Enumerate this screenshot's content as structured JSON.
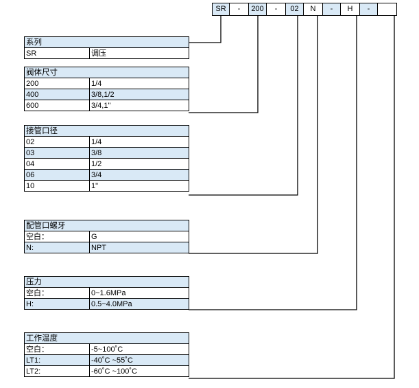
{
  "model_code": {
    "segments": [
      {
        "text": "SR",
        "width": 26,
        "highlight": true
      },
      {
        "text": "-",
        "width": 28,
        "highlight": false
      },
      {
        "text": "200",
        "width": 26,
        "highlight": true
      },
      {
        "text": "-",
        "width": 28,
        "highlight": false
      },
      {
        "text": "02",
        "width": 26,
        "highlight": true
      },
      {
        "text": "N",
        "width": 28,
        "highlight": false
      },
      {
        "text": "-",
        "width": 26,
        "highlight": true
      },
      {
        "text": "H",
        "width": 28,
        "highlight": false
      },
      {
        "text": "-",
        "width": 26,
        "highlight": true
      },
      {
        "text": "",
        "width": 28,
        "highlight": false
      }
    ]
  },
  "series": {
    "title": "系列",
    "rows": [
      [
        "SR",
        "调压"
      ]
    ]
  },
  "body_size": {
    "title": "阀体尺寸",
    "rows": [
      [
        "200",
        "1/4"
      ],
      [
        "400",
        "3/8,1/2"
      ],
      [
        "600",
        "3/4,1\""
      ]
    ]
  },
  "port_size": {
    "title": "接管口径",
    "rows": [
      [
        "02",
        "1/4"
      ],
      [
        "03",
        "3/8"
      ],
      [
        "04",
        "1/2"
      ],
      [
        "06",
        "3/4"
      ],
      [
        "10",
        "1\""
      ]
    ]
  },
  "thread": {
    "title": "配管口螺牙",
    "rows": [
      [
        "空白：",
        "G"
      ],
      [
        "N:",
        "NPT"
      ]
    ]
  },
  "pressure": {
    "title": "压力",
    "rows": [
      [
        "空白：",
        "0~1.6MPa"
      ],
      [
        "H:",
        "0.5~4.0MPa"
      ]
    ]
  },
  "temperature": {
    "title": "工作温度",
    "rows": [
      [
        "空白：",
        "-5~100˚C"
      ],
      [
        "LT1:",
        "-40˚C ~55˚C"
      ],
      [
        "LT2:",
        "-60˚C ~100˚C"
      ]
    ]
  }
}
